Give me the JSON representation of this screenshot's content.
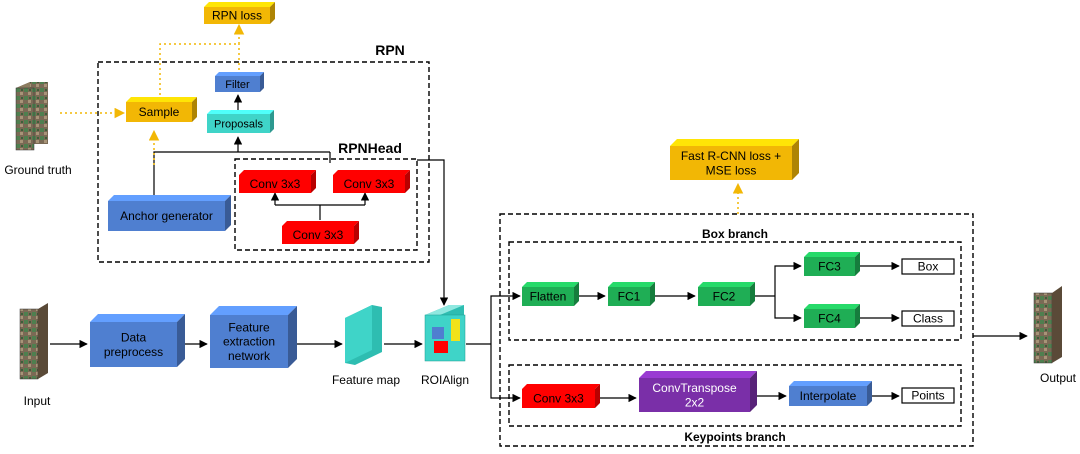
{
  "diagram": {
    "colors": {
      "blue": "#4f7fd0",
      "yellow": "#f2b705",
      "red": "#ff0000",
      "green": "#1fae55",
      "teal": "#3fd4c8",
      "purple": "#7a2fa8",
      "photo_brown": "#7a6a55",
      "photo_green": "#4f7f4f"
    },
    "groups": {
      "rpn": "RPN",
      "rpn_head": "RPNHead",
      "box_branch": "Box branch",
      "keypoints_branch": "Keypoints branch"
    },
    "images": {
      "ground_truth": "Ground truth",
      "input": "Input",
      "output": "Output",
      "feature_map": "Feature map",
      "roialign": "ROIAlign"
    },
    "nodes": {
      "rpn_loss": "RPN loss",
      "filter": "Filter",
      "sample": "Sample",
      "proposals": "Proposals",
      "rpnhead_conv_left": "Conv 3x3",
      "rpnhead_conv_right": "Conv 3x3",
      "rpnhead_conv_bottom": "Conv 3x3",
      "anchor_generator": "Anchor generator",
      "data_preprocess_1": "Data",
      "data_preprocess_2": "preprocess",
      "feature_extraction_1": "Feature",
      "feature_extraction_2": "extraction",
      "feature_extraction_3": "network",
      "fast_rcnn_loss_1": "Fast R-CNN loss +",
      "fast_rcnn_loss_2": "MSE loss",
      "flatten": "Flatten",
      "fc1": "FC1",
      "fc2": "FC2",
      "fc3": "FC3",
      "fc4": "FC4",
      "box": "Box",
      "class": "Class",
      "kp_conv": "Conv 3x3",
      "conv_transpose_1": "ConvTranspose",
      "conv_transpose_2": "2x2",
      "interpolate": "Interpolate",
      "points": "Points"
    }
  }
}
